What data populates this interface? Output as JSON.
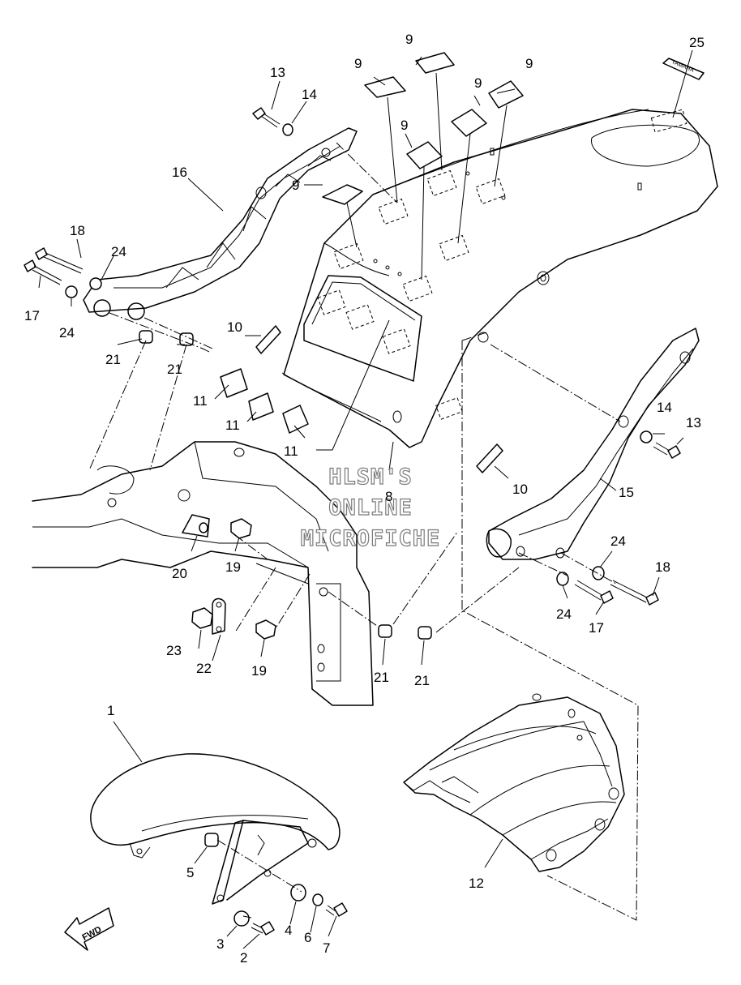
{
  "watermark": {
    "line1": "HLSM'S",
    "line2": "ONLINE",
    "line3": "MICROFICHE"
  },
  "fwd_label": "FWD",
  "decal_text": "YAMAHA",
  "callouts": [
    {
      "id": "c1",
      "text": "1"
    },
    {
      "id": "c2",
      "text": "2"
    },
    {
      "id": "c3",
      "text": "3"
    },
    {
      "id": "c4",
      "text": "4"
    },
    {
      "id": "c5",
      "text": "5"
    },
    {
      "id": "c6",
      "text": "6"
    },
    {
      "id": "c7",
      "text": "7"
    },
    {
      "id": "c8",
      "text": "8"
    },
    {
      "id": "c9a",
      "text": "9"
    },
    {
      "id": "c9b",
      "text": "9"
    },
    {
      "id": "c9c",
      "text": "9"
    },
    {
      "id": "c9d",
      "text": "9"
    },
    {
      "id": "c9e",
      "text": "9"
    },
    {
      "id": "c9f",
      "text": "9"
    },
    {
      "id": "c10a",
      "text": "10"
    },
    {
      "id": "c10b",
      "text": "10"
    },
    {
      "id": "c11a",
      "text": "11"
    },
    {
      "id": "c11b",
      "text": "11"
    },
    {
      "id": "c11c",
      "text": "11"
    },
    {
      "id": "c12",
      "text": "12"
    },
    {
      "id": "c13a",
      "text": "13"
    },
    {
      "id": "c13b",
      "text": "13"
    },
    {
      "id": "c14a",
      "text": "14"
    },
    {
      "id": "c14b",
      "text": "14"
    },
    {
      "id": "c15",
      "text": "15"
    },
    {
      "id": "c16",
      "text": "16"
    },
    {
      "id": "c17a",
      "text": "17"
    },
    {
      "id": "c17b",
      "text": "17"
    },
    {
      "id": "c18a",
      "text": "18"
    },
    {
      "id": "c18b",
      "text": "18"
    },
    {
      "id": "c19a",
      "text": "19"
    },
    {
      "id": "c19b",
      "text": "19"
    },
    {
      "id": "c20",
      "text": "20"
    },
    {
      "id": "c21a",
      "text": "21"
    },
    {
      "id": "c21b",
      "text": "21"
    },
    {
      "id": "c21c",
      "text": "21"
    },
    {
      "id": "c21d",
      "text": "21"
    },
    {
      "id": "c22",
      "text": "22"
    },
    {
      "id": "c23",
      "text": "23"
    },
    {
      "id": "c24a",
      "text": "24"
    },
    {
      "id": "c24b",
      "text": "24"
    },
    {
      "id": "c24c",
      "text": "24"
    },
    {
      "id": "c24d",
      "text": "24"
    },
    {
      "id": "c25",
      "text": "25"
    }
  ]
}
